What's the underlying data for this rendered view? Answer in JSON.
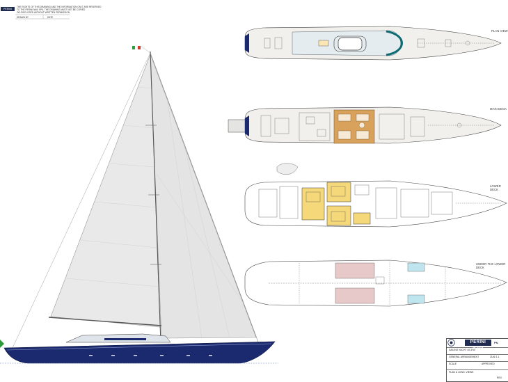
{
  "header": {
    "badge": "PERINI NAVI",
    "note_line1": "THE RIGHTS OF THIS DRAWING AND THE INFORMATION ON IT ARE RESERVED",
    "note_line2": "TO THE PERINI NAVI SPA. THE DRAWING MUST NOT BE COPIED",
    "note_line3": "OR DISCLOSED WITHOUT WRITTEN PERMISSION",
    "drawn_label": "DRAWN BY",
    "date_label": "DATE"
  },
  "views": {
    "plan_view": "PLAN VIEW",
    "main_deck": "MAIN DECK",
    "lower_deck": "LOWER DECK",
    "under_lower_deck": "UNDER THE LOWER DECK"
  },
  "title_block": {
    "company": "PERINI NAVI",
    "company_short": "PN",
    "project": "SAILING YACHT 40,3 MT",
    "drawing_title": "GENERAL ARRANGEMENT",
    "drawing_no": "2146 1.1",
    "sheet_title": "PLAN & LONG. VIEWS",
    "scale_label": "SCALE",
    "approved_label": "APPROVED",
    "revision_label": "REV."
  },
  "colors": {
    "hull_blue": "#1b2a6e",
    "sail_grey": "#e9e9ea",
    "teak": "#d9a25c",
    "cabin_yellow": "#f5d87a",
    "tank_pink": "#e8c9c9",
    "tank_cyan": "#bfe6ee",
    "deck_bg": "#f1f0ec",
    "flag_green": "#2f9a3c",
    "flag_red": "#d33a2c"
  }
}
